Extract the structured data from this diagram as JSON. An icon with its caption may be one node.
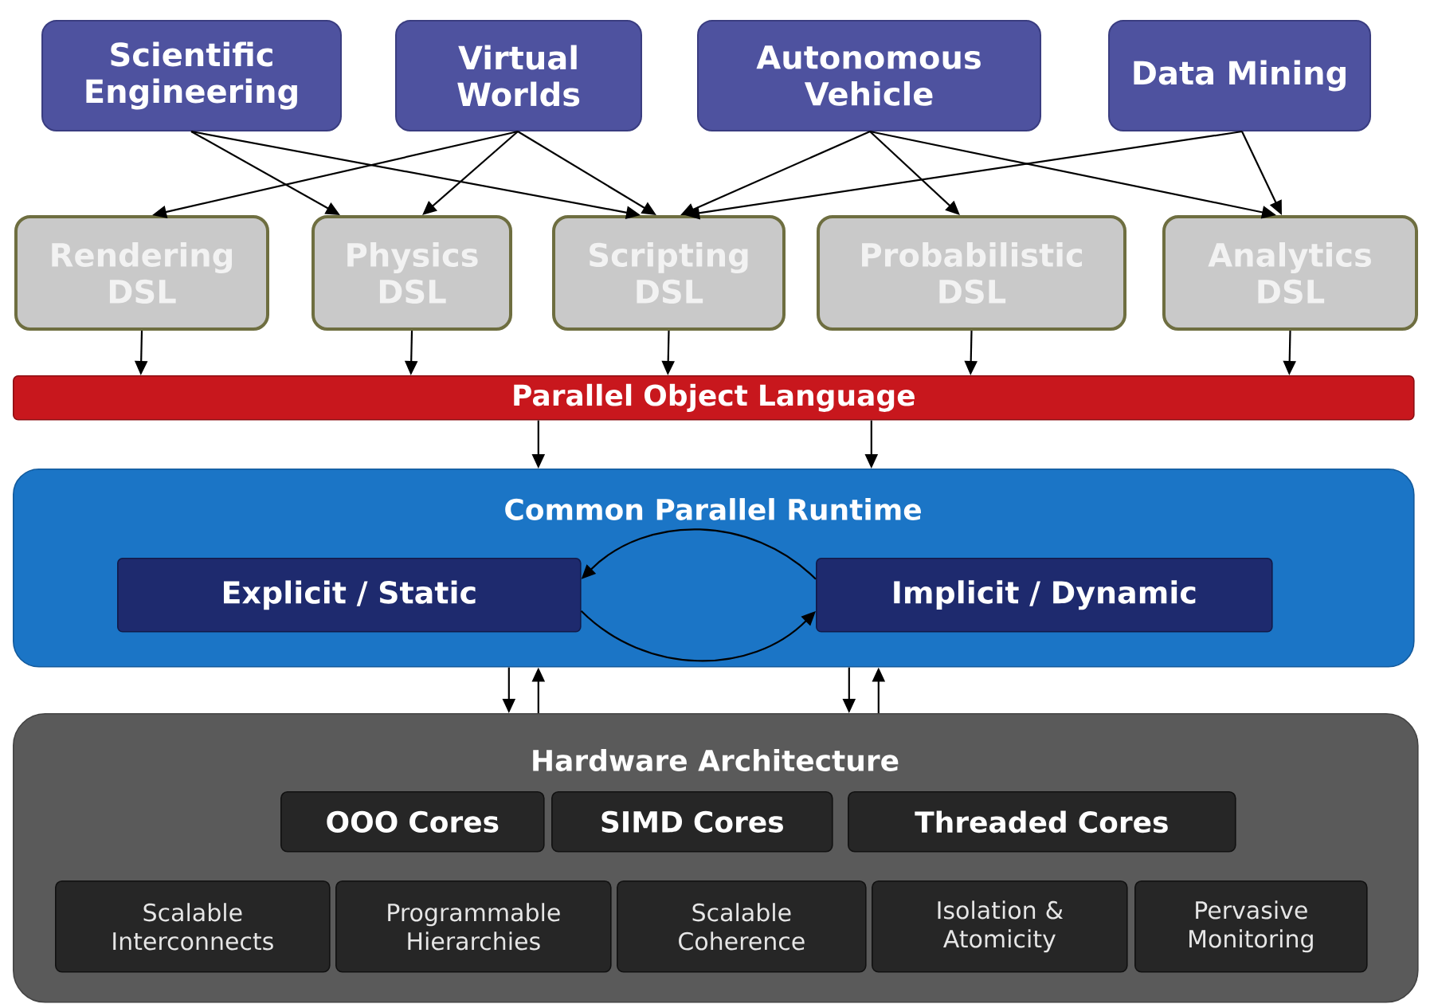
{
  "diagram": {
    "nodes": [
      {
        "text": [
          "Scientific Engineering"
        ]
      },
      {
        "text": [
          "Virtual Worlds"
        ]
      },
      {
        "text": [
          "Autonomous Vehicle"
        ]
      },
      {
        "text": [
          "Data Mining"
        ]
      },
      {
        "text": [
          "Rendering DSL"
        ]
      },
      {
        "text": [
          "Physics DSL"
        ]
      },
      {
        "text": [
          "Scripting DSL"
        ]
      },
      {
        "text": [
          "Probabilistic DSL"
        ]
      },
      {
        "text": [
          "Analytics DSL"
        ]
      },
      {
        "text": [
          "Parallel Object Language"
        ]
      },
      {
        "text": [
          "Common Parallel Runtime"
        ]
      },
      {
        "text": [
          "Explicit / Static"
        ],
        "in": 10
      },
      {
        "text": [
          "Implicit / Dynamic"
        ],
        "in": 10
      },
      {
        "text": [
          "Hardware Architecture"
        ]
      },
      {
        "text": [
          "OOO Cores"
        ],
        "in": 13
      },
      {
        "text": [
          "SIMD Cores"
        ],
        "in": 13
      },
      {
        "text": [
          "Threaded Cores"
        ],
        "in": 13
      },
      {
        "text": [
          "Scalable Interconnects"
        ],
        "in": 13
      },
      {
        "text": [
          "Programmable Hierarchies"
        ],
        "in": 13
      },
      {
        "text": [
          "Scalable Coherence"
        ],
        "in": 13
      },
      {
        "text": [
          "Isolation & Atomicity"
        ],
        "in": 13
      },
      {
        "text": [
          "Pervasive Monitoring"
        ],
        "in": 13
      }
    ],
    "edges": [
      {
        "from": 0,
        "to": 5,
        "arrow": "to"
      },
      {
        "from": 0,
        "to": 6,
        "arrow": "to"
      },
      {
        "from": 1,
        "to": 4,
        "arrow": "to"
      },
      {
        "from": 1,
        "to": 5,
        "arrow": "to"
      },
      {
        "from": 1,
        "to": 6,
        "arrow": "to"
      },
      {
        "from": 2,
        "to": 6,
        "arrow": "to"
      },
      {
        "from": 2,
        "to": 7,
        "arrow": "to"
      },
      {
        "from": 2,
        "to": 8,
        "arrow": "to"
      },
      {
        "from": 3,
        "to": 6,
        "arrow": "to"
      },
      {
        "from": 3,
        "to": 8,
        "arrow": "to"
      },
      {
        "from": 4,
        "to": 9,
        "arrow": "to"
      },
      {
        "from": 5,
        "to": 9,
        "arrow": "to"
      },
      {
        "from": 6,
        "to": 9,
        "arrow": "to"
      },
      {
        "from": 7,
        "to": 9,
        "arrow": "to"
      },
      {
        "from": 8,
        "to": 9,
        "arrow": "to"
      },
      {
        "from": 9,
        "to": 10,
        "arrow": "to"
      },
      {
        "from": 9,
        "to": 10,
        "arrow": "to"
      },
      {
        "from": 10,
        "to": 13,
        "arrow": "to"
      },
      {
        "from": 13,
        "to": 10,
        "arrow": "to"
      },
      {
        "from": 10,
        "to": 13,
        "arrow": "to"
      },
      {
        "from": 13,
        "to": 10,
        "arrow": "to"
      },
      {
        "from": 11,
        "to": 12,
        "arrow": "to"
      },
      {
        "from": 12,
        "to": 11,
        "arrow": "to"
      }
    ]
  }
}
